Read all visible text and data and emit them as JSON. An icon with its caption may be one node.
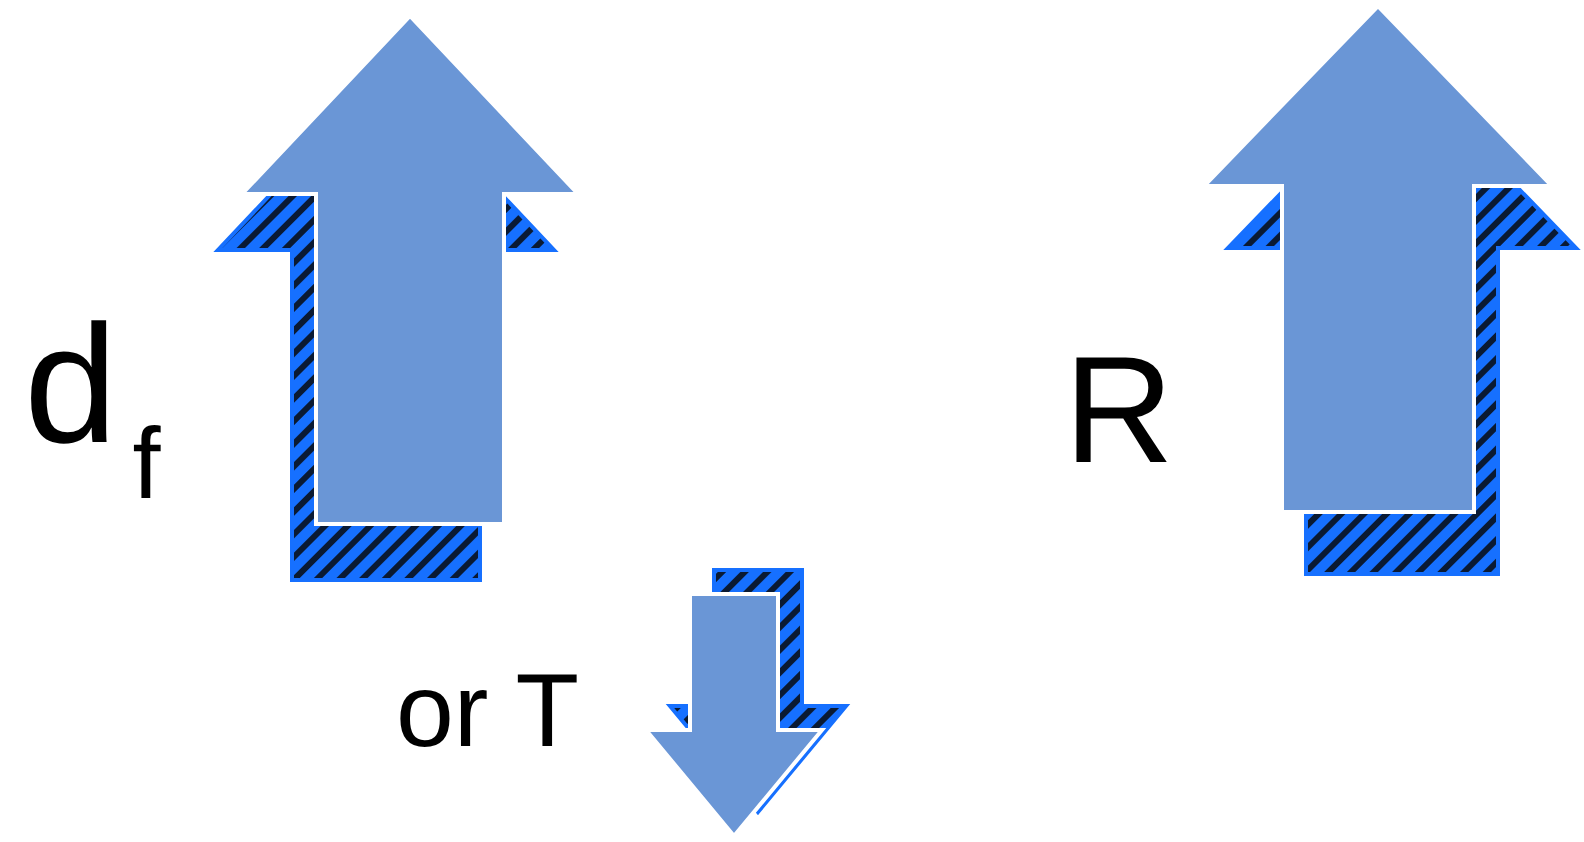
{
  "diagram": {
    "labels": [
      "d$_{f}$",
      "R",
      "or T"
    ]
  }
}
